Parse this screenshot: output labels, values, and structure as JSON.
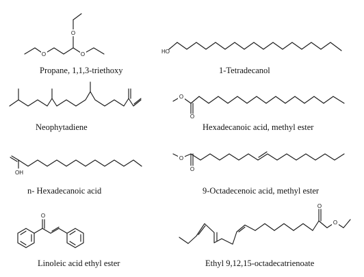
{
  "molecules": [
    {
      "key": "m1",
      "name": "Propane, 1,1,3-triethoxy",
      "atoms": [
        "O",
        "O",
        "O"
      ]
    },
    {
      "key": "m2",
      "name": "1-Tetradecanol",
      "atoms": [
        "HO"
      ]
    },
    {
      "key": "m3",
      "name": "Neophytadiene",
      "atoms": []
    },
    {
      "key": "m4",
      "name": "Hexadecanoic acid, methyl ester",
      "atoms": [
        "O",
        "O"
      ]
    },
    {
      "key": "m5",
      "name": "n- Hexadecanoic acid",
      "atoms": [
        "OH"
      ]
    },
    {
      "key": "m6",
      "name": "9-Octadecenoic acid, methyl ester",
      "atoms": [
        "O",
        "O"
      ]
    },
    {
      "key": "m7",
      "name": "Linoleic acid ethyl ester",
      "atoms": [
        "O"
      ]
    },
    {
      "key": "m8",
      "name": "Ethyl 9,12,15-octadecatrienoate",
      "atoms": [
        "O",
        "O"
      ]
    }
  ]
}
